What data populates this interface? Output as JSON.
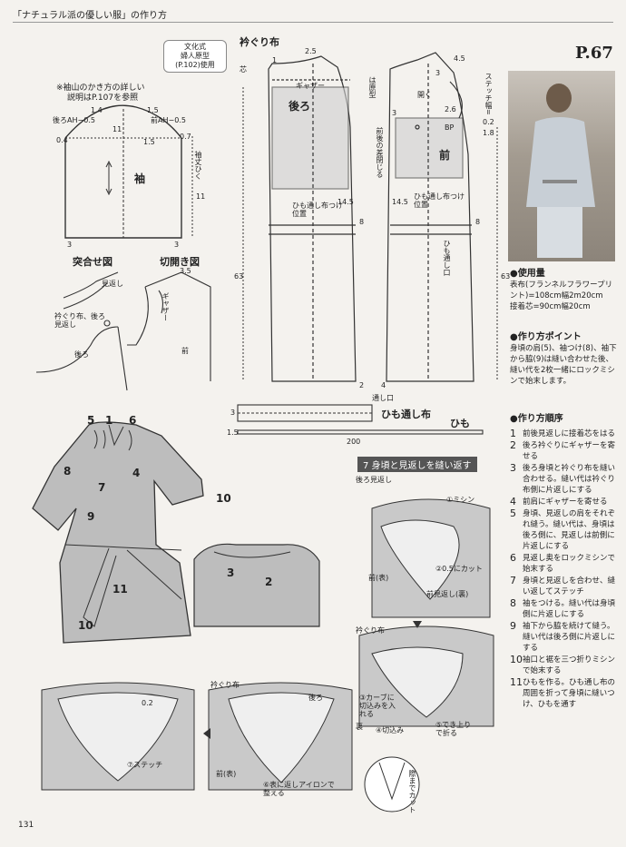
{
  "header": {
    "title": "「ナチュラル派の優しい服」の作り方"
  },
  "page_ref": "P.67",
  "page_number": "131",
  "sleeve_note": {
    "line1": "※袖山のかき方の詳しい",
    "line2": "説明はP.107を参照"
  },
  "badge": {
    "line1": "文化式",
    "line2": "婦人原型",
    "line3": "(P.102)使用"
  },
  "sleeve": {
    "back_ah": "後ろAH−0.5",
    "front_ah": "前AH−0.5",
    "label": "袖",
    "len_label": "袖丈ひく",
    "len_value": "11",
    "d1": "1.4",
    "d2": "1.5",
    "d3": "0.4",
    "d4": "0.7",
    "d5": "11",
    "d6": "1.5",
    "d7": "3",
    "d8": "3"
  },
  "diagrams": {
    "gather_title": "突合せ図",
    "open_title": "切開き図",
    "facing": "見返し",
    "neck_band": "衿ぐり布、後ろ見返し",
    "back": "後ろ",
    "gather": "ギャザー",
    "front": "前",
    "v35": "3.5"
  },
  "bodice": {
    "neck_band": "衿ぐり布",
    "core": "芯",
    "gather": "ギャザー",
    "back": "後ろ",
    "front": "前",
    "proto": "は原型",
    "darts": "前後の差閉じる",
    "open": "開く",
    "stitch_width": "ステッチ幅=",
    "bp": "BP",
    "tie_pos1": "ひも通し布つけ位置",
    "tie_pos2": "ひも通し布つけ位置",
    "tie_opening": "ひも通し口",
    "len": "63",
    "len2": "63",
    "v25": "2.5",
    "v45": "4.5",
    "v145a": "14.5",
    "v145b": "14.5",
    "v02": "0.2",
    "v18": "1.8",
    "v26": "2.6",
    "v3a": "3",
    "v3b": "3",
    "v8a": "8",
    "v8b": "8",
    "v2": "2",
    "v4": "4",
    "v1": "1"
  },
  "tie": {
    "opening": "通し口",
    "casing": "ひも通し布",
    "tie": "ひも",
    "v3": "3",
    "v15": "1.5",
    "v200": "200"
  },
  "dress_numbers": [
    "5",
    "1",
    "6",
    "8",
    "4",
    "7",
    "10",
    "9",
    "11",
    "10",
    "3",
    "2"
  ],
  "step7": {
    "title": "7 身頃と見返しを縫い返す",
    "back_facing": "後ろ見返し",
    "c1": "①ミシン",
    "c2": "②0.5にカット",
    "front_out": "前(表)",
    "front_facing_in": "前見返し(裏)",
    "neck_band": "衿ぐり布",
    "c3": "③カーブに切込みを入れる",
    "c4": "④切込み",
    "c5": "⑤でき上りで折る",
    "inner": "裏",
    "seam_line": "際までカット",
    "back2": "後ろ",
    "front2": "前(表)",
    "c6": "⑥表に返しアイロンで整える",
    "neck_band2": "衿ぐり布",
    "stitch": "⑦ステッチ",
    "v02": "0.2"
  },
  "materials": {
    "title": "●使用量",
    "line1": "表布(フランネルフラワープリント)=108cm幅2m20cm",
    "line2": "接着芯=90cm幅20cm"
  },
  "points": {
    "title": "●作り方ポイント",
    "text": "身頃の肩(5)、袖つけ(8)、袖下から脇(9)は縫い合わせた後、縫い代を2枚一緒にロックミシンで始末します。"
  },
  "order": {
    "title": "●作り方順序",
    "steps": [
      {
        "n": "1",
        "t": "前後見返しに接着芯をはる"
      },
      {
        "n": "2",
        "t": "後ろ衿ぐりにギャザーを寄せる"
      },
      {
        "n": "3",
        "t": "後ろ身頃と衿ぐり布を縫い合わせる。縫い代は衿ぐり布側に片返しにする"
      },
      {
        "n": "4",
        "t": "前肩にギャザーを寄せる"
      },
      {
        "n": "5",
        "t": "身頃、見返しの肩をそれぞれ縫う。縫い代は、身頃は後ろ側に、見返しは前側に片返しにする"
      },
      {
        "n": "6",
        "t": "見返し奥をロックミシンで始末する"
      },
      {
        "n": "7",
        "t": "身頃と見返しを合わせ、縫い返してステッチ"
      },
      {
        "n": "8",
        "t": "袖をつける。縫い代は身頃側に片返しにする"
      },
      {
        "n": "9",
        "t": "袖下から脇を続けて縫う。縫い代は後ろ側に片返しにする"
      },
      {
        "n": "10",
        "t": "袖口と裾を三つ折りミシンで始末する"
      },
      {
        "n": "11",
        "t": "ひもを作る。ひも通し布の周囲を折って身頃に縫いつけ、ひもを通す"
      }
    ]
  }
}
